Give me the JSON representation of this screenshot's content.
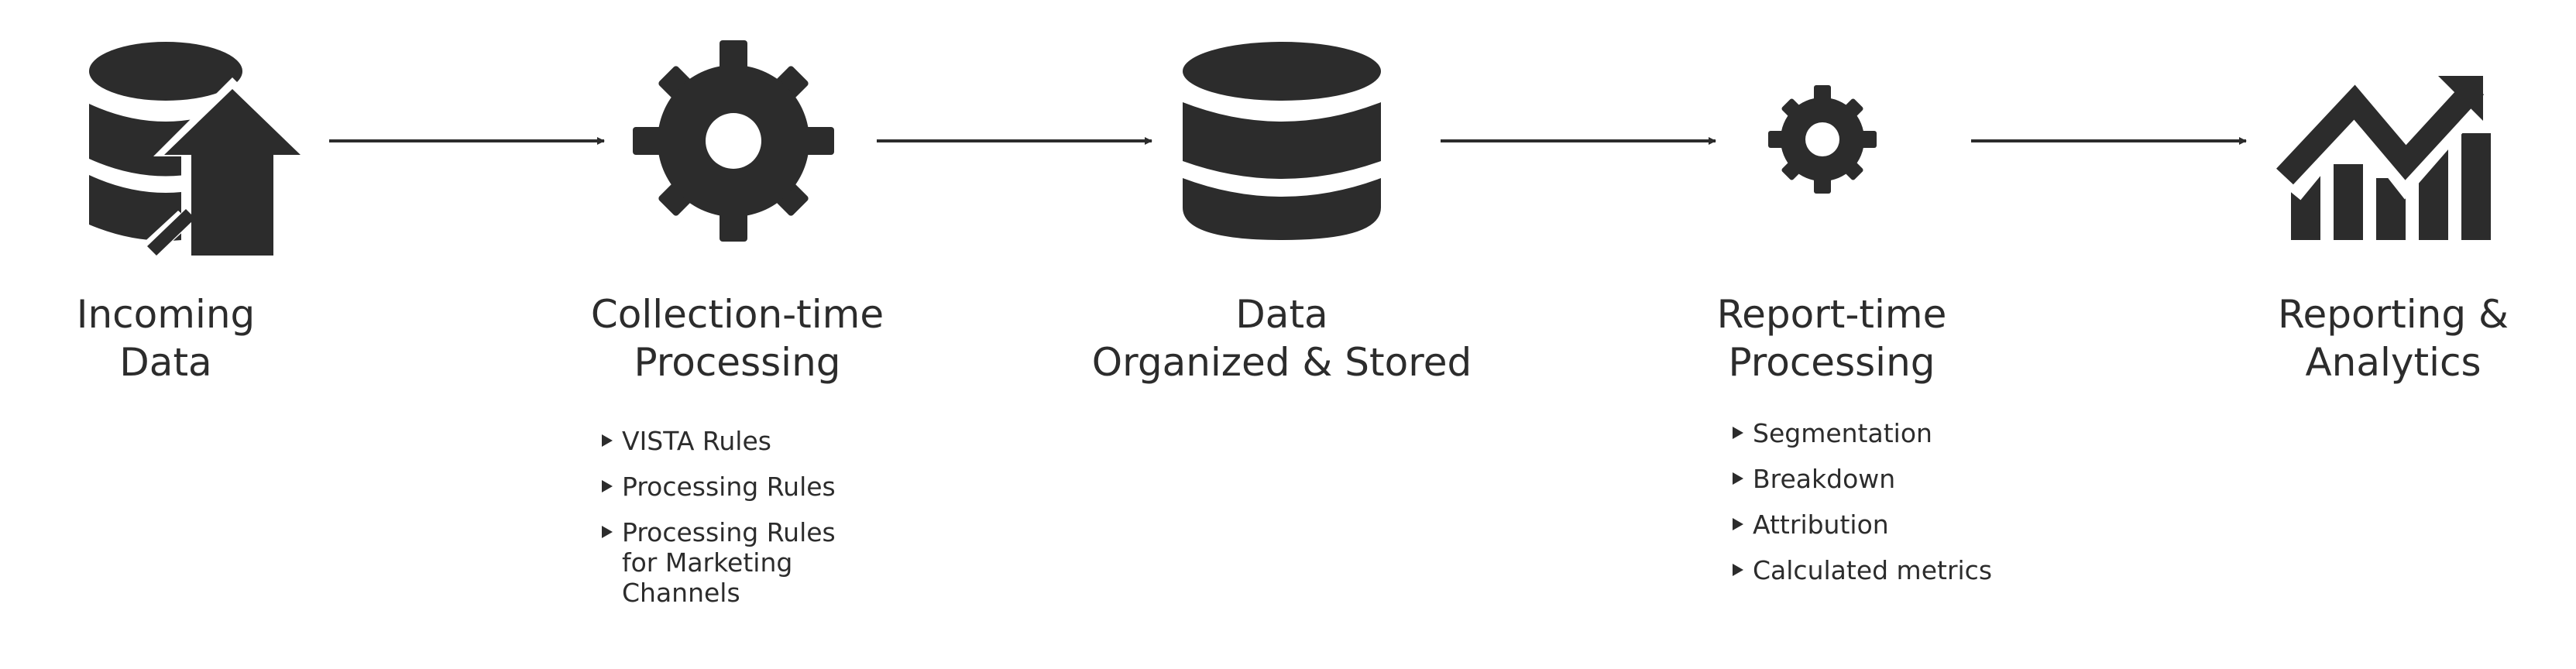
{
  "colors": {
    "ink": "#2c2c2c",
    "background": "#ffffff"
  },
  "stages": [
    {
      "id": "incoming",
      "icon": "database-upload-icon",
      "title_lines": [
        "Incoming",
        "Data"
      ],
      "bullets": []
    },
    {
      "id": "collection",
      "icon": "gear-icon",
      "title_lines": [
        "Collection-time",
        "Processing"
      ],
      "bullets": [
        "VISTA Rules",
        "Processing Rules",
        "Processing Rules\nfor Marketing\nChannels"
      ]
    },
    {
      "id": "stored",
      "icon": "database-icon",
      "title_lines": [
        "Data",
        "Organized & Stored"
      ],
      "bullets": []
    },
    {
      "id": "report",
      "icon": "small-gear-icon",
      "title_lines": [
        "Report-time",
        "Processing"
      ],
      "bullets": [
        "Segmentation",
        "Breakdown",
        "Attribution",
        "Calculated metrics"
      ]
    },
    {
      "id": "analytics",
      "icon": "chart-trend-icon",
      "title_lines": [
        "Reporting &",
        "Analytics"
      ],
      "bullets": []
    }
  ]
}
